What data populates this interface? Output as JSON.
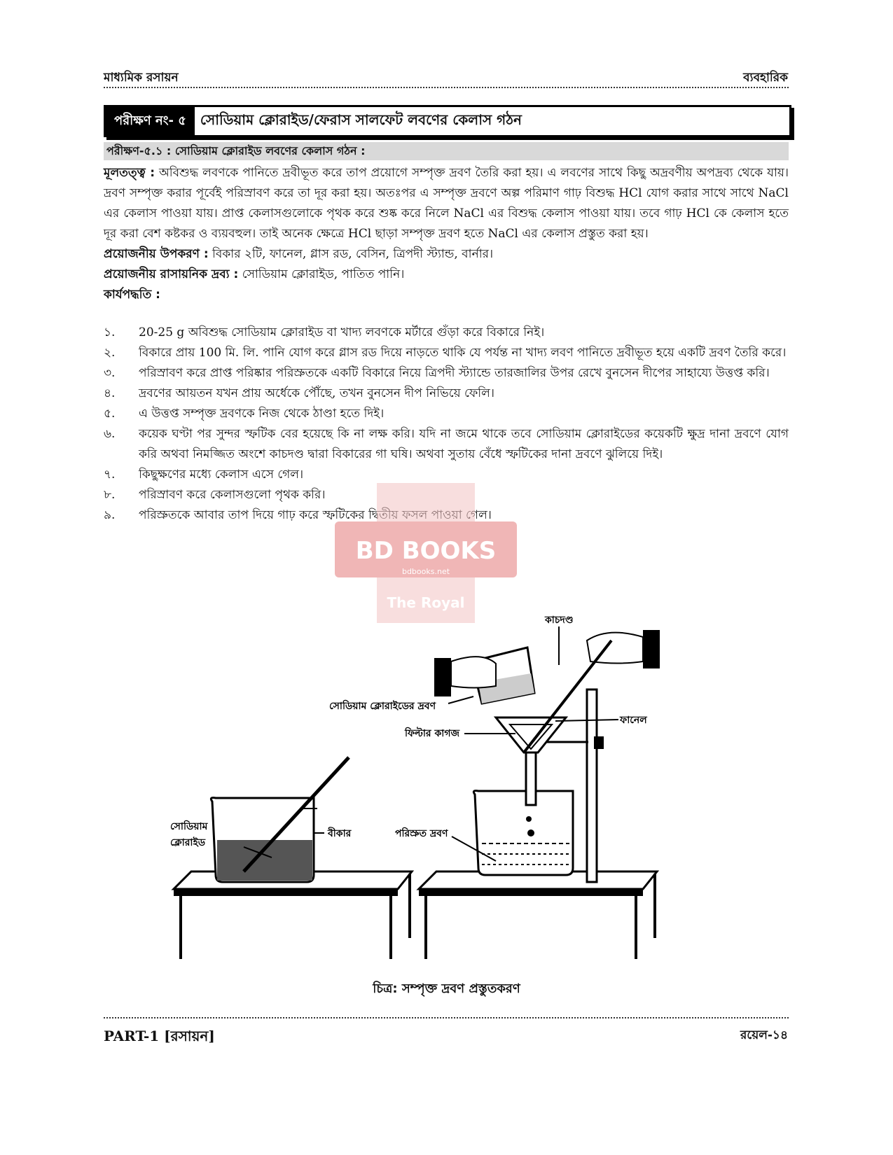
{
  "header": {
    "left": "মাধ্যমিক রসায়ন",
    "right": "ব্যবহারিক"
  },
  "title": {
    "tag": "পরীক্ষণ নং- ৫",
    "text": "সোডিয়াম ক্লোরাইড/ফেরাস সালফেট লবণের কেলাস গঠন"
  },
  "sub_title": "পরীক্ষণ-৫.১ : সোডিয়াম ক্লোরাইড লবণের কেলাস গঠন :",
  "theory": {
    "label": "মূলতত্ত্ব :",
    "text": "অবিশুদ্ধ লবণকে পানিতে দ্রবীভূত করে তাপ প্রয়োগে সম্পৃক্ত দ্রবণ তৈরি করা হয়। এ লবণের সাথে কিছু অদ্রবণীয় অপদ্রব্য থেকে যায়। দ্রবণ সম্পৃক্ত করার পূর্বেই পরিস্রাবণ করে তা দূর করা হয়। অতঃপর এ সম্পৃক্ত দ্রবণে অল্প পরিমাণ গাঢ় বিশুদ্ধ HCl যোগ করার সাথে সাথে NaCl এর কেলাস পাওয়া যায়। প্রাপ্ত কেলাসগুলোকে পৃথক করে শুষ্ক করে নিলে NaCl এর বিশুদ্ধ কেলাস পাওয়া যায়। তবে গাঢ় HCl কে কেলাস হতে দূর করা বেশ কষ্টকর ও ব্যয়বহুল। তাই অনেক ক্ষেত্রে HCl ছাড়া সম্পৃক্ত দ্রবণ হতে NaCl এর কেলাস প্রস্তুত করা হয়।"
  },
  "apparatus": {
    "label": "প্রয়োজনীয় উপকরণ :",
    "text": "বিকার ২টি, ফানেল, গ্লাস রড, বেসিন, ত্রিপদী স্ট্যান্ড, বার্নার।"
  },
  "chemicals": {
    "label": "প্রয়োজনীয় রাসায়নিক দ্রব্য :",
    "text": "সোডিয়াম ক্লোরাইড, পাতিত পানি।"
  },
  "procedure_label": "কার্যপদ্ধতি :",
  "steps": [
    {
      "num": "১.",
      "text": "20-25 g অবিশুদ্ধ সোডিয়াম ক্লোরাইড বা খাদ্য লবণকে মর্টারে গুঁড়া করে বিকারে নিই।"
    },
    {
      "num": "২.",
      "text": "বিকারে প্রায় 100 মি. লি. পানি যোগ করে গ্লাস রড দিয়ে নাড়তে থাকি যে পর্যন্ত না খাদ্য লবণ পানিতে দ্রবীভূত হয়ে একটি দ্রবণ তৈরি করে।"
    },
    {
      "num": "৩.",
      "text": "পরিস্রাবণ করে প্রাপ্ত পরিষ্কার পরিস্রুতকে একটি বিকারে নিয়ে ত্রিপদী স্ট্যান্ডে তারজালির উপর রেখে বুনসেন দীপের সাহায্যে উত্তপ্ত করি।"
    },
    {
      "num": "৪.",
      "text": "দ্রবণের আয়তন যখন প্রায় অর্ধেকে পৌঁছে, তখন বুনসেন দীপ নিভিয়ে ফেলি।"
    },
    {
      "num": "৫.",
      "text": "এ উত্তপ্ত সম্পৃক্ত দ্রবণকে নিজ থেকে ঠাণ্ডা হতে দিই।"
    },
    {
      "num": "৬.",
      "text": "কয়েক ঘণ্টা পর সুন্দর স্ফটিক বের হয়েছে কি না লক্ষ করি। যদি না জমে থাকে তবে সোডিয়াম ক্লোরাইডের কয়েকটি ক্ষুদ্র দানা দ্রবণে যোগ করি অথবা নিমজ্জিত অংশে কাচদণ্ড দ্বারা বিকারের গা ঘষি। অথবা সুতায় বেঁধে স্ফটিকের দানা দ্রবণে ঝুলিয়ে দিই।"
    },
    {
      "num": "৭.",
      "text": "কিছুক্ষণের মধ্যে কেলাস এসে গেল।"
    },
    {
      "num": "৮.",
      "text": "পরিস্রাবণ করে কেলাসগুলো পৃথক করি।"
    },
    {
      "num": "৯.",
      "text": "পরিস্রুতকে আবার তাপ দিয়ে গাঢ় করে স্ফটিকের দ্বিতীয় ফসল পাওয়া গেল।"
    }
  ],
  "figure": {
    "labels": {
      "glass_rod": "কাচদণ্ড",
      "nacl_solution": "সোডিয়াম ক্লোরাইডের দ্রবণ",
      "funnel": "ফানেল",
      "filter_paper": "ফিল্টার কাগজ",
      "nacl_line1": "সোডিয়াম",
      "nacl_line2": "ক্লোরাইড",
      "beaker": "বীকার",
      "filtrate": "পরিস্রুত দ্রবণ"
    },
    "caption": "চিত্র: সম্পৃক্ত দ্রবণ প্রস্তুতকরণ"
  },
  "watermark": {
    "brand": "BD BOOKS",
    "url": "bdbooks.net",
    "tagline": "The Royal"
  },
  "footer": {
    "left": "PART-1 [রসায়ন]",
    "right": "রয়েল-১৪"
  }
}
